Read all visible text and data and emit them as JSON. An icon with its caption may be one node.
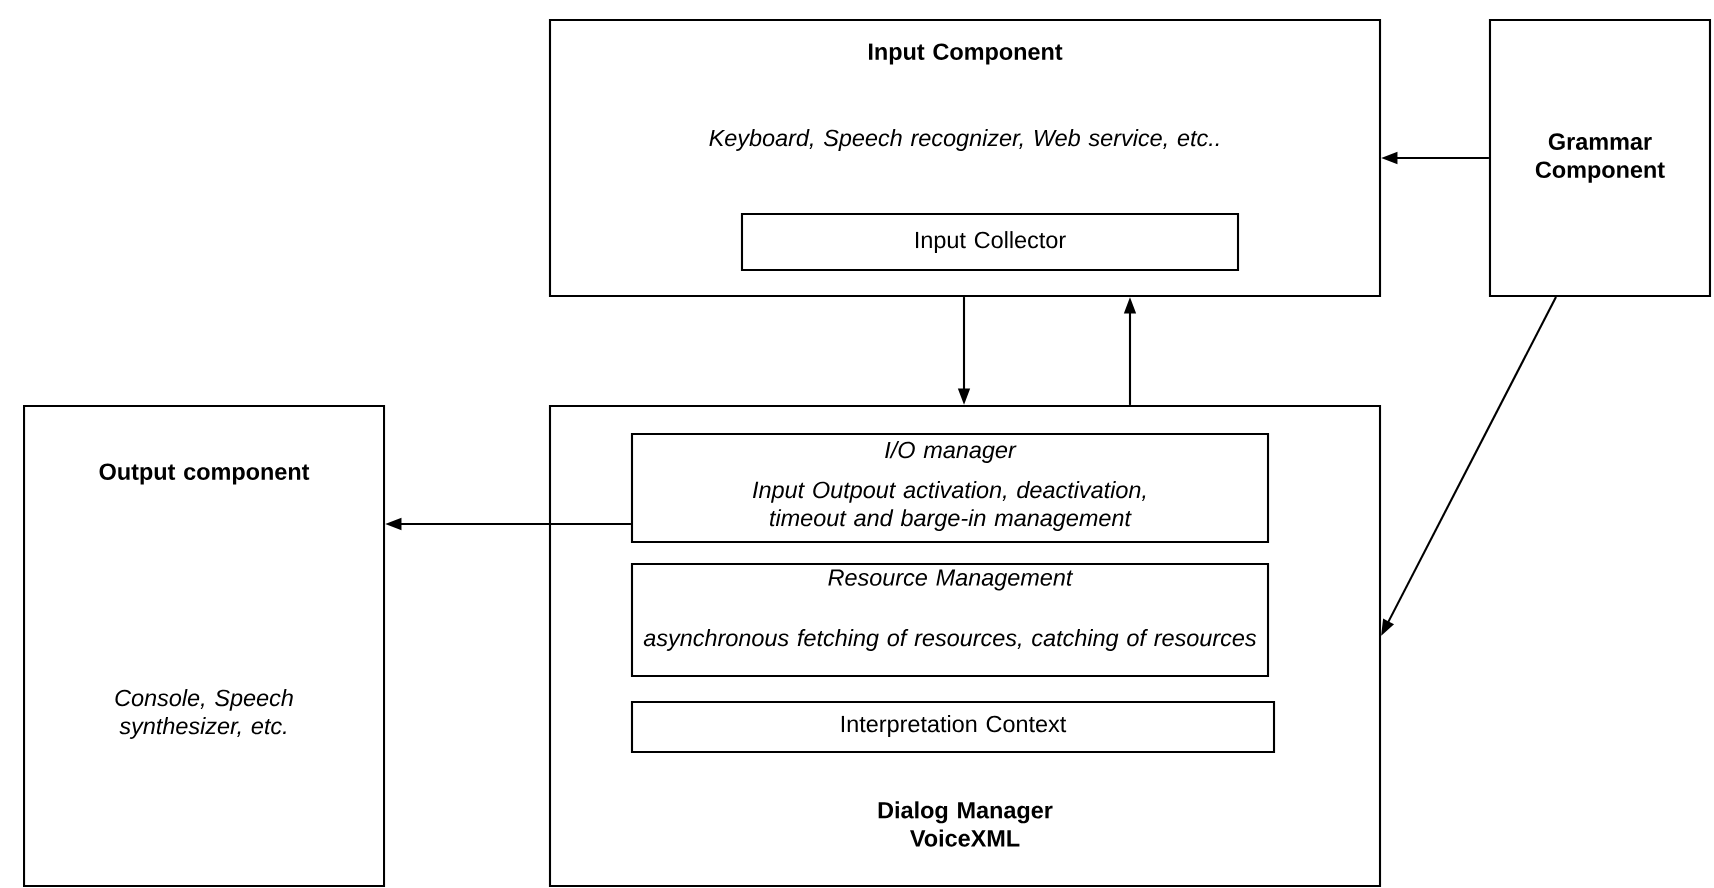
{
  "diagram": {
    "nodes": [
      {
        "text": [
          "Input  Component",
          "Keyboard, Speech recognizer, Web service, etc.."
        ]
      },
      {
        "text": [
          "Input Collector"
        ],
        "in": 0
      },
      {
        "text": [
          "Grammar Component"
        ]
      },
      {
        "text": [
          "Output component",
          "Console, Speech synthesizer, etc."
        ]
      },
      {
        "text": [
          "Dialog Manager VoiceXML"
        ]
      },
      {
        "text": [
          "I/O manager",
          "Input Outpout activation, deactivation, timeout and barge-in management"
        ],
        "in": 4
      },
      {
        "text": [
          "Resource Management",
          "asynchronous fetching of resources, catching of resources"
        ],
        "in": 4
      },
      {
        "text": [
          "Interpretation Context"
        ],
        "in": 4
      }
    ],
    "edges": [
      {
        "from": 0,
        "to": 4,
        "arrow": "to"
      },
      {
        "from": 4,
        "to": 0,
        "arrow": "to"
      },
      {
        "from": 2,
        "to": 0,
        "arrow": "to"
      },
      {
        "from": 2,
        "to": 4,
        "arrow": "to"
      },
      {
        "from": 5,
        "to": 3,
        "arrow": "to"
      }
    ]
  }
}
